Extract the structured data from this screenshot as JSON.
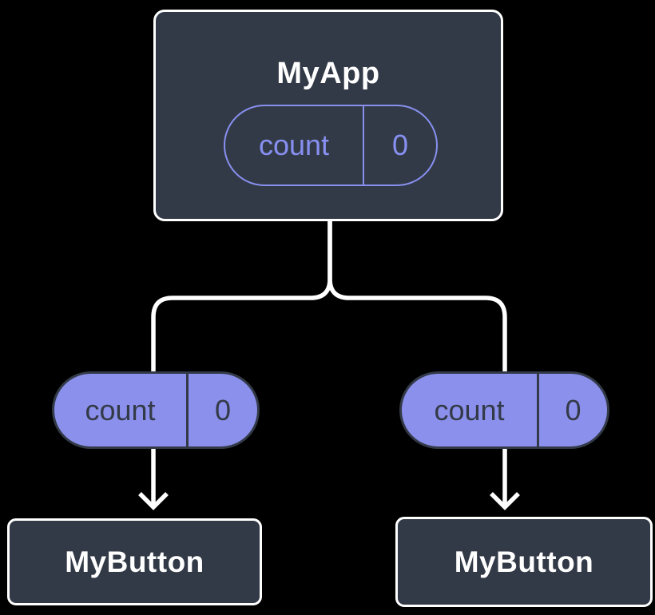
{
  "colors": {
    "background": "#000000",
    "node_fill": "#333a47",
    "node_border": "#ffffff",
    "node_text": "#ffffff",
    "pill_fill": "#8b90ec",
    "pill_outline": "#8790f0",
    "pill_dark_text": "#333a47",
    "connector": "#ffffff"
  },
  "tree": {
    "root": {
      "title": "MyApp",
      "state": {
        "name": "count",
        "value": "0"
      }
    },
    "children": [
      {
        "title": "MyButton",
        "prop": {
          "name": "count",
          "value": "0"
        }
      },
      {
        "title": "MyButton",
        "prop": {
          "name": "count",
          "value": "0"
        }
      }
    ]
  }
}
